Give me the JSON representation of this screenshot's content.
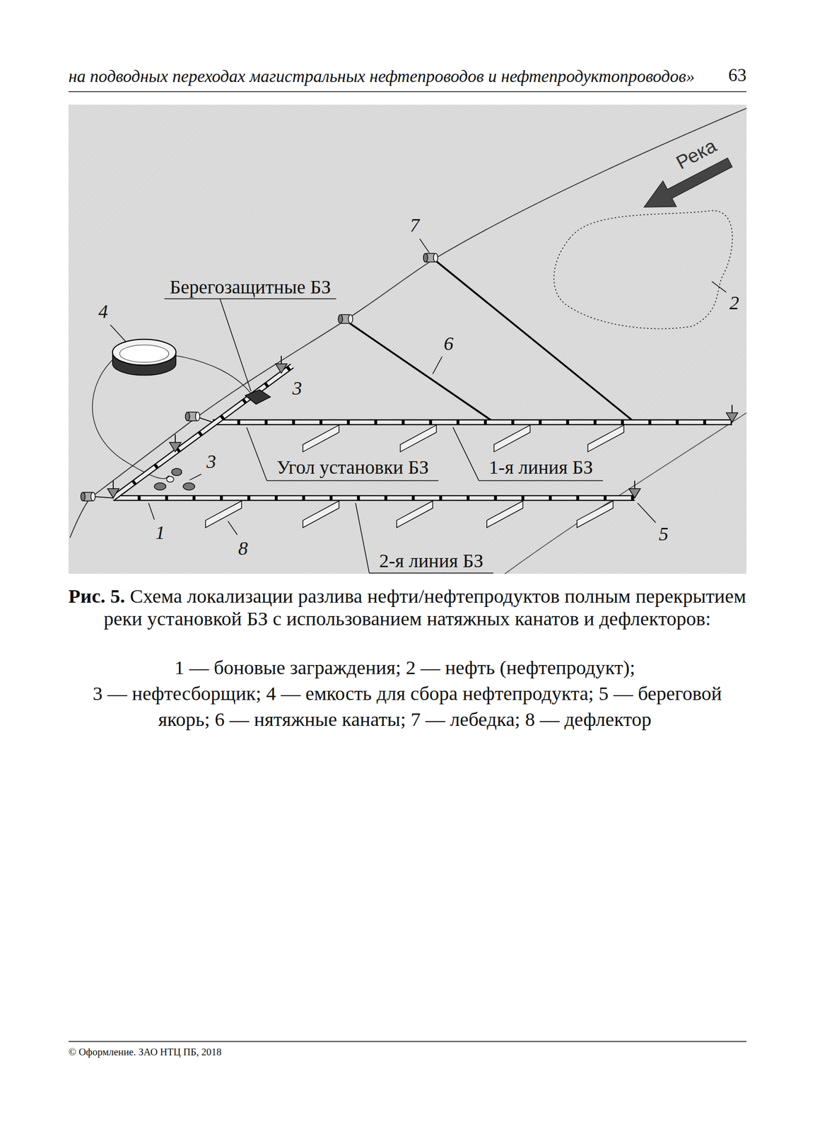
{
  "diagram": {
    "caption": "Схема локализации разлива нефти/нефтепродуктов полным перекрытием реки установкой БЗ с использованием натяжных канатов и дефлекторов:",
    "labels": [
      "на подводных переходах магистральных нефтепроводов и нефтепродуктопроводов»",
      "63",
      "Река",
      "7",
      "Берегозащитные БЗ",
      "2",
      "4",
      "6",
      "3",
      "3",
      "Угол установки БЗ",
      "1-я линия БЗ",
      "1",
      "5",
      "8",
      "2-я линия БЗ",
      "Рис. 5.",
      "1 — боновые заграждения;",
      "2 — нефть (нефтепродукт);",
      "3 — нефтесборщик;",
      "4 — емкость для сбора нефтепродукта;",
      "5 — береговой якорь;",
      "6 — нятяжные канаты;",
      "7 — лебедка;",
      "8 — дефлектор",
      "© Оформление. ЗАО НТЦ ПБ, 2018"
    ]
  }
}
